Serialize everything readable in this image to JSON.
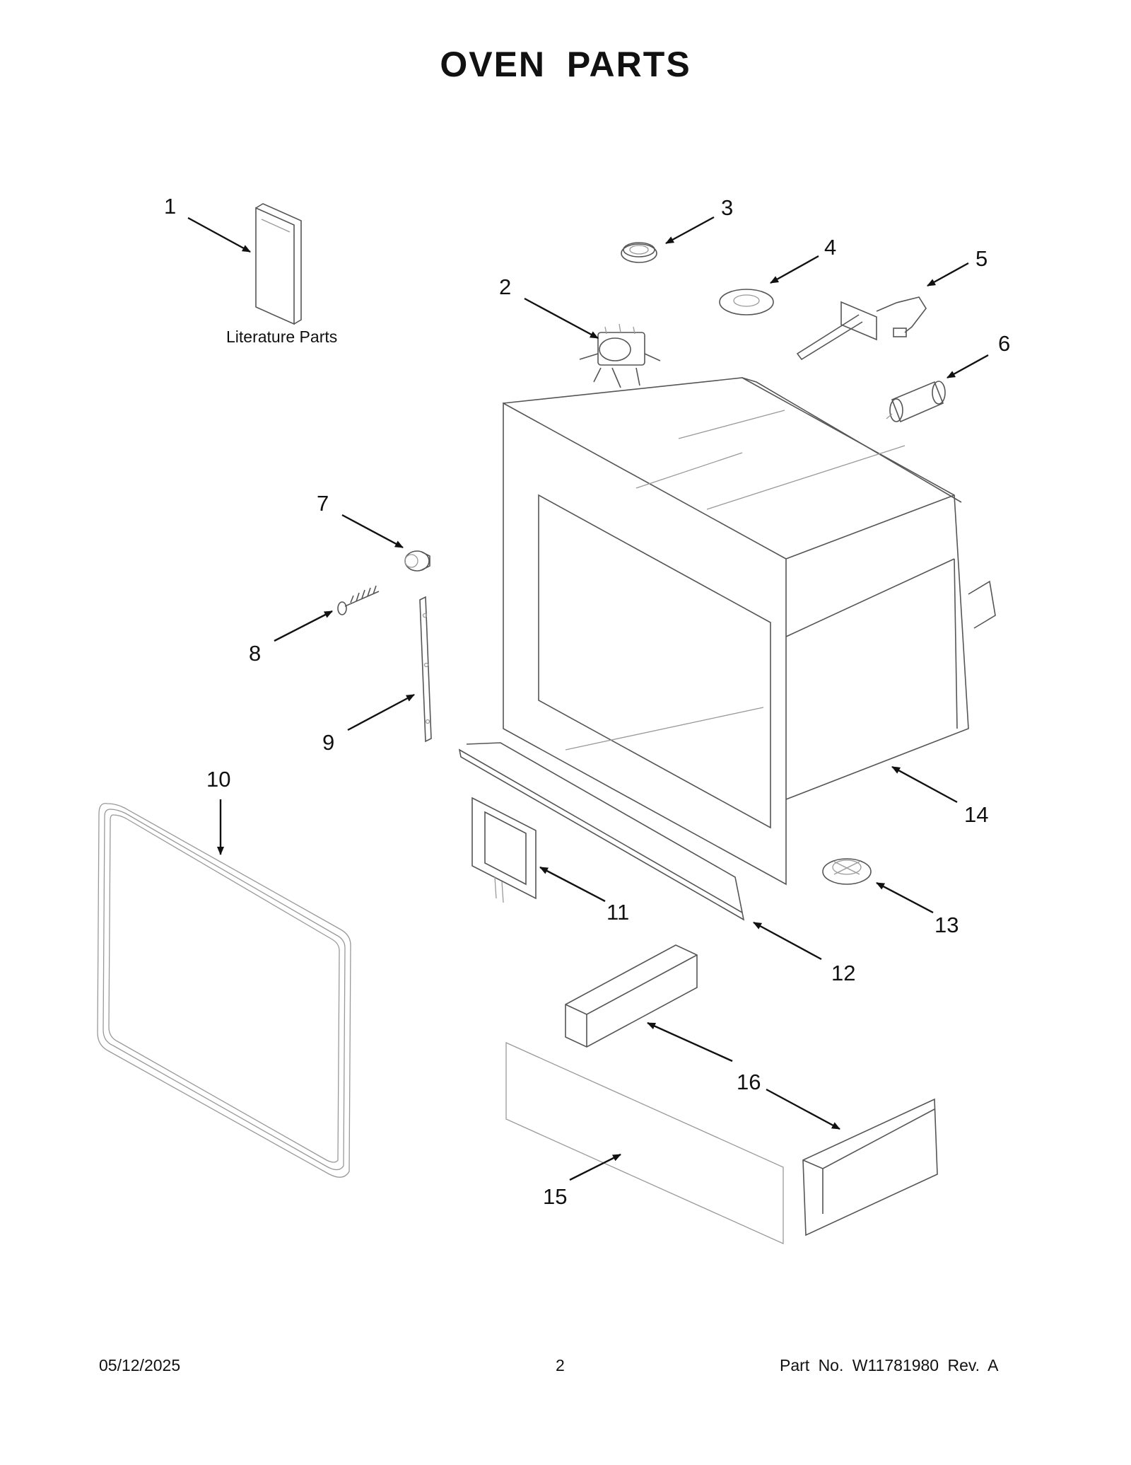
{
  "page": {
    "title": "OVEN  PARTS",
    "literature_label": "Literature Parts",
    "footer": {
      "date": "05/12/2025",
      "page_number": "2",
      "part_number": "Part No.  W11781980  Rev.  A"
    }
  },
  "callouts": [
    "1",
    "2",
    "3",
    "4",
    "5",
    "6",
    "7",
    "8",
    "9",
    "10",
    "11",
    "12",
    "13",
    "14",
    "15",
    "16"
  ]
}
